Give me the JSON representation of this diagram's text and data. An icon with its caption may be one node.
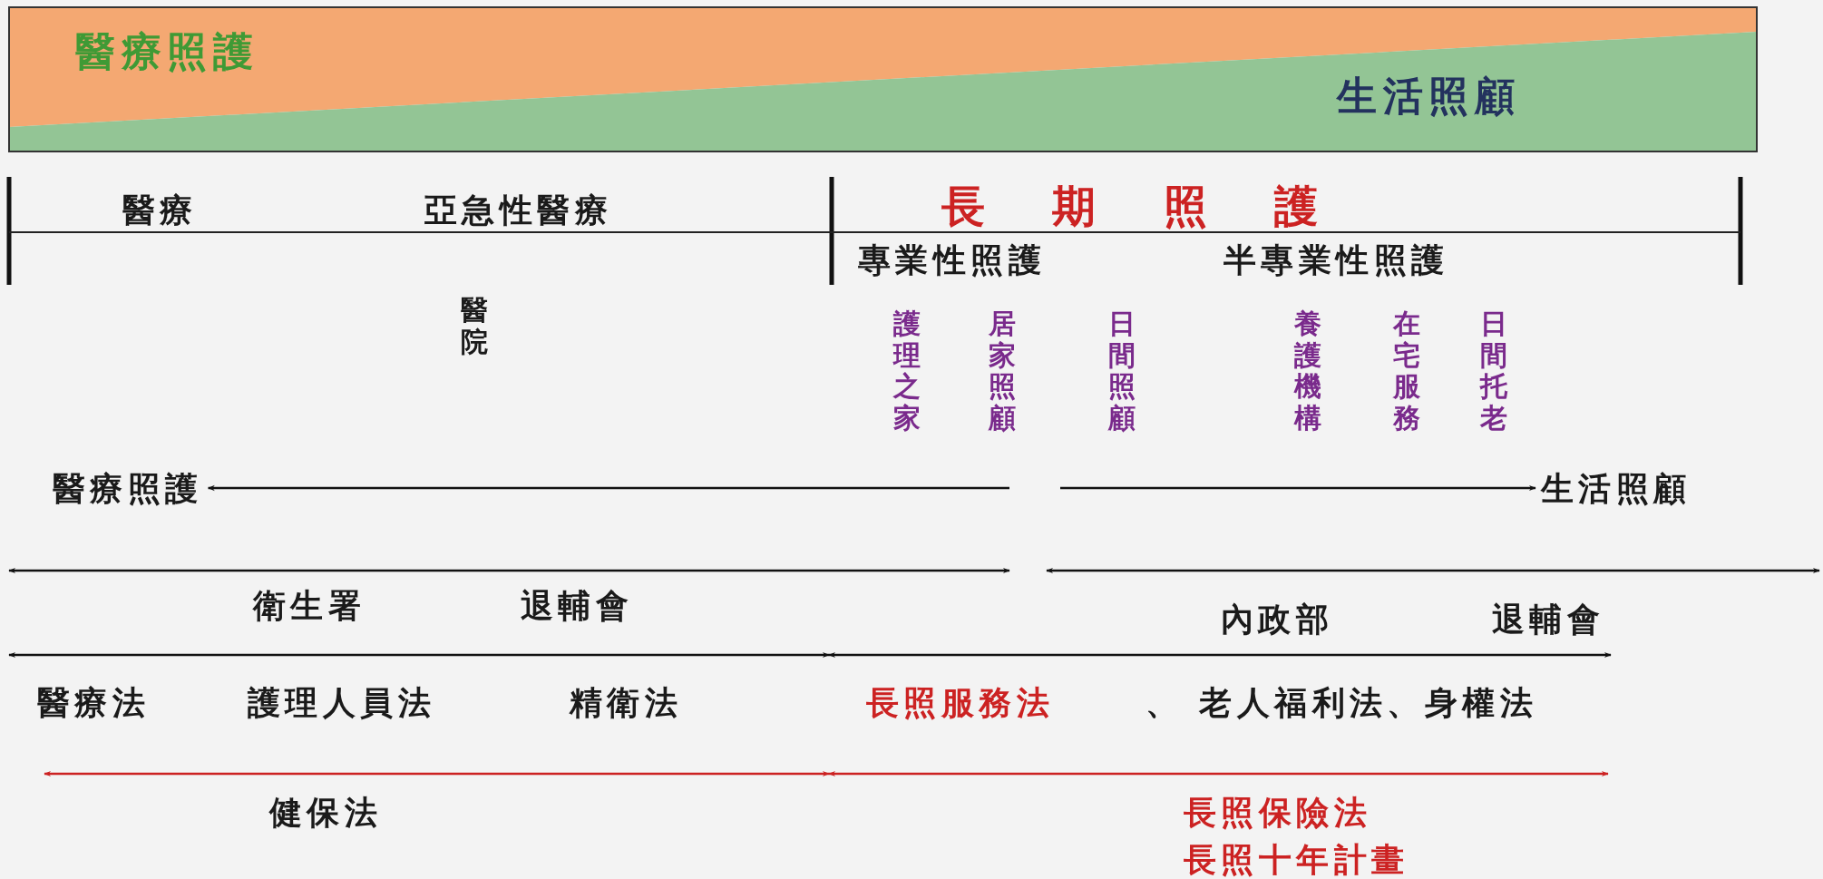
{
  "diagram": {
    "nodes": [
      {
        "text": [
          "醫療照護"
        ]
      },
      {
        "text": [
          "生活照顧"
        ]
      }
    ],
    "edges": [
      {
        "from": null,
        "to": 0,
        "arrow": "to"
      },
      {
        "from": null,
        "to": 1,
        "arrow": "to"
      }
    ],
    "labels": [
      "醫療照護",
      "生活照顧",
      "醫療",
      "亞急性醫療",
      "長 期 照 護",
      "專業性照護",
      "半專業性照護",
      "醫院",
      "護理之家",
      "居家照顧",
      "日間照顧",
      "養護機構",
      "在宅服務",
      "日間托老",
      "衛生署",
      "退輔會",
      "內政部",
      "退輔會",
      "醫療法",
      "護理人員法",
      "精衛法",
      "長照服務法",
      "、 老人福利法、身權法",
      "健保法",
      "長照保險法",
      "長照十年計畫"
    ]
  }
}
